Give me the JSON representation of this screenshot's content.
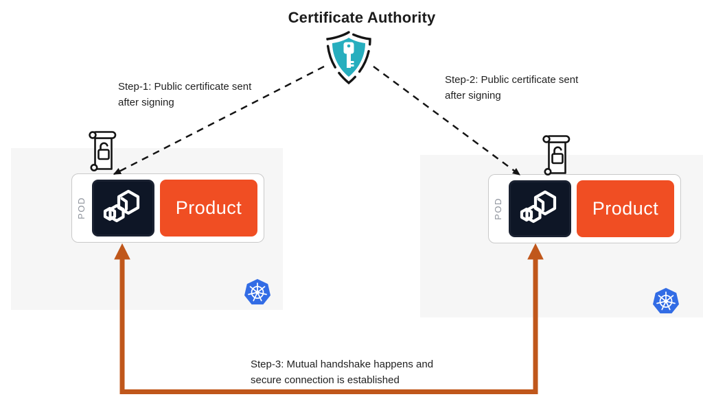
{
  "title": "Certificate Authority",
  "annotations": {
    "step1": "Step-1: Public certificate sent\nafter signing",
    "step2": "Step-2: Public certificate sent\nafter signing",
    "step3": "Step-3: Mutual handshake happens and\nsecure connection is established"
  },
  "left_node": {
    "pod_label": "POD",
    "product_label": "Product"
  },
  "right_node": {
    "pod_label": "POD",
    "product_label": "Product"
  },
  "icons": {
    "certificate_authority": "shield-with-key-icon",
    "signed_certificate": "certificate-scroll-lock-icon",
    "sidecar_container": "stacked-hexagons-container-icon",
    "cluster": "kubernetes-helm-icon"
  },
  "colors": {
    "product_orange": "#F04E23",
    "handshake_arrow_orange": "#C0571B",
    "shield_teal": "#27AEBE",
    "kubernetes_blue": "#326CE5",
    "sidecar_dark": "#0E1626",
    "node_panel_gray": "#F6F6F6"
  }
}
